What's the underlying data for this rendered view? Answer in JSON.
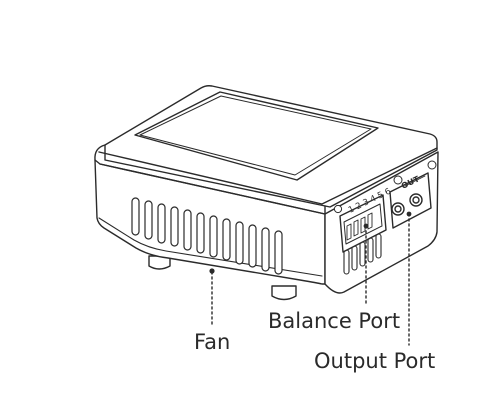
{
  "callouts": {
    "fan": "Fan",
    "balance_port": "Balance Port",
    "output_port": "Output Port"
  },
  "port_panel": {
    "balance_pin_numbers": "1 2 3 4 5 6",
    "output_marking": "OUT"
  },
  "colors": {
    "outline": "#2b2b2b",
    "fill": "#ffffff"
  }
}
